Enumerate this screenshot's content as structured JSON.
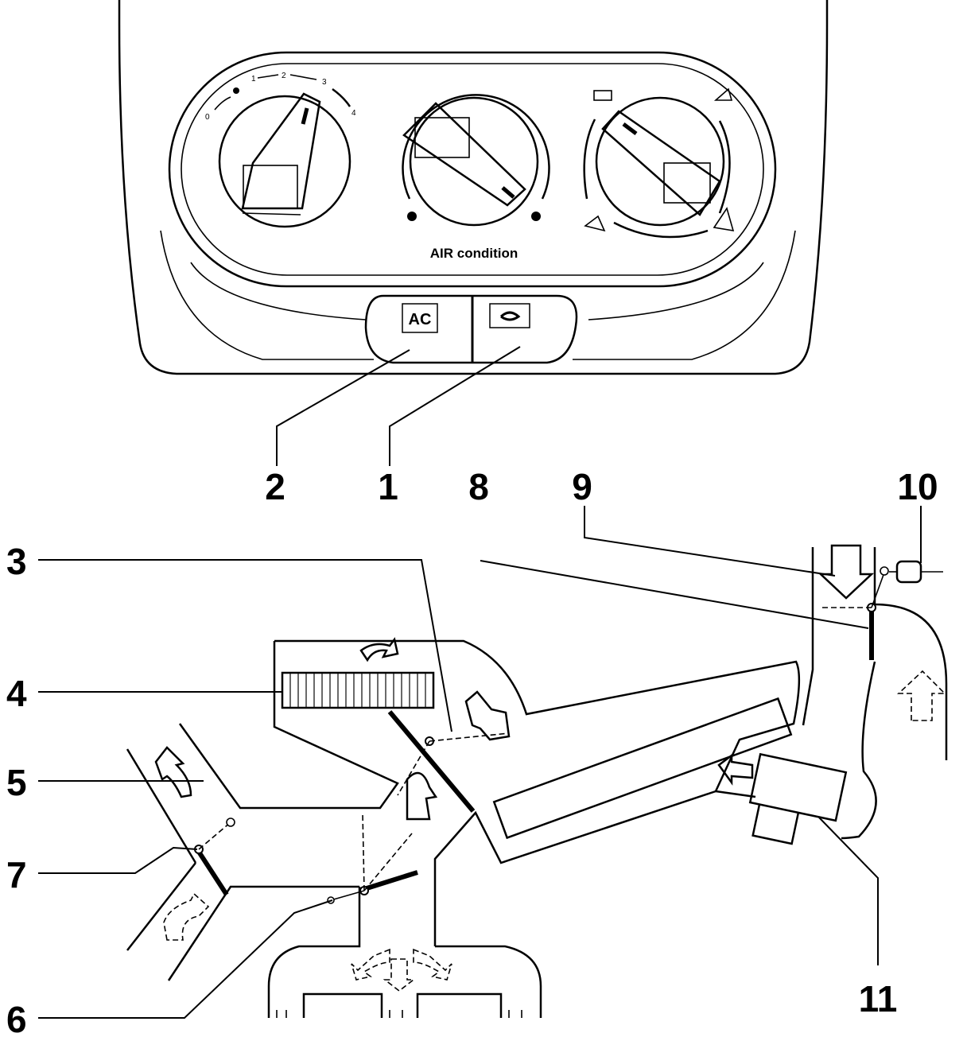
{
  "panel": {
    "label": "AIR condition",
    "fan_scale": [
      "0",
      "1",
      "2",
      "3",
      "4"
    ],
    "ac_button": "AC"
  },
  "callouts": {
    "c1": "1",
    "c2": "2",
    "c3": "3",
    "c4": "4",
    "c5": "5",
    "c6": "6",
    "c7": "7",
    "c8": "8",
    "c9": "9",
    "c10": "10",
    "c11": "11"
  }
}
